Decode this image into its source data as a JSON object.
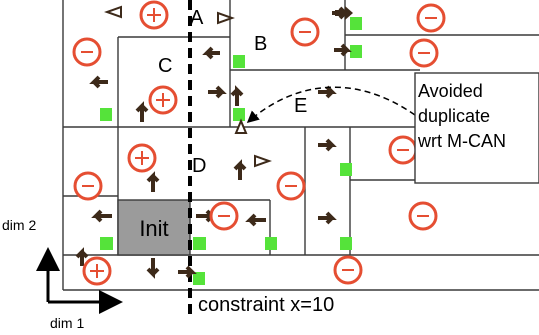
{
  "diagram": {
    "zone_labels": {
      "a": "A",
      "b": "B",
      "c": "C",
      "d": "D",
      "e": "E"
    },
    "init_label": "Init",
    "callout_text": {
      "line1": "Avoided",
      "line2": "duplicate",
      "line3": "wrt M-CAN"
    },
    "constraint_label": "constraint x=10",
    "axes": {
      "dim1": "dim 1",
      "dim2": "dim 2"
    }
  },
  "colors": {
    "zone_border": "#3a3a3a",
    "arrow": "#3d2a1a",
    "node_fill": "#ffffff",
    "node_ring": "#e54e32",
    "node_glyph": "#e54e32",
    "green_marker": "#55e33a",
    "init_fill": "#9b9b9b",
    "constraint_line": "#000000"
  },
  "icons": {
    "node": "circle-node-icon",
    "green_marker": "green-square-icon",
    "arrow": "direction-arrow-icon",
    "hollow_arrow": "hollow-arrow-icon"
  }
}
